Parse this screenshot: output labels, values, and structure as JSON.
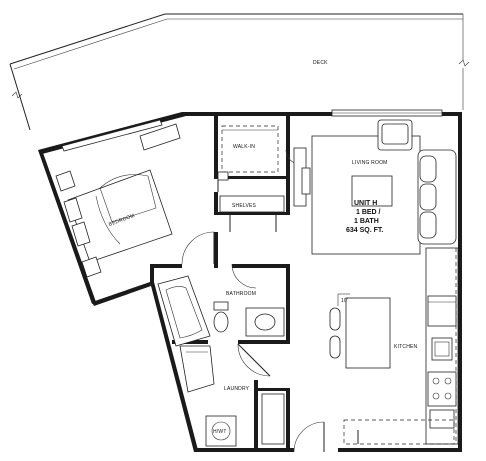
{
  "rooms": {
    "deck": "DECK",
    "walk_in": "WALK-IN",
    "shelves": "SHELVES",
    "bedroom": "BEDROOM",
    "living_room": "LIVING ROOM",
    "bathroom": "BATHROOM",
    "kitchen": "KITCHEN",
    "laundry": "LAUNDRY"
  },
  "appliances": {
    "water_heater": "H/WT"
  },
  "dimensions": {
    "ceiling_mark": "10'"
  },
  "unit_info": {
    "name": "UNIT H",
    "bed": "1 BED /",
    "bath": "1 BATH",
    "area": "634 SQ. FT."
  }
}
